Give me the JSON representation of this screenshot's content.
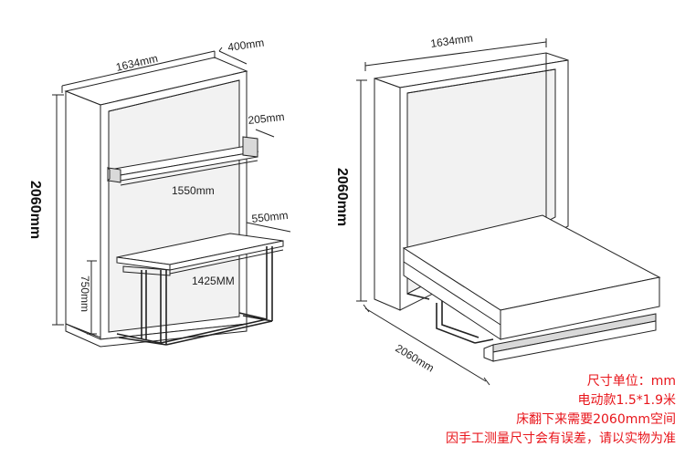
{
  "left_view": {
    "width_label": "1634mm",
    "depth_label": "400mm",
    "height_label": "2060mm",
    "shelf_depth_label": "205mm",
    "shelf_width_label": "1550mm",
    "desk_depth_label": "550mm",
    "desk_width_label": "1425MM",
    "desk_height_label": "750mm"
  },
  "right_view": {
    "width_label": "1634mm",
    "height_label": "2060mm",
    "open_depth_label": "2060mm"
  },
  "notes": {
    "line1": "尺寸单位：mm",
    "line2": "电动款1.5*1.9米",
    "line3": "床翻下来需要2060mm空间",
    "line4": "因手工测量尺寸会有误差，请以实物为准"
  }
}
